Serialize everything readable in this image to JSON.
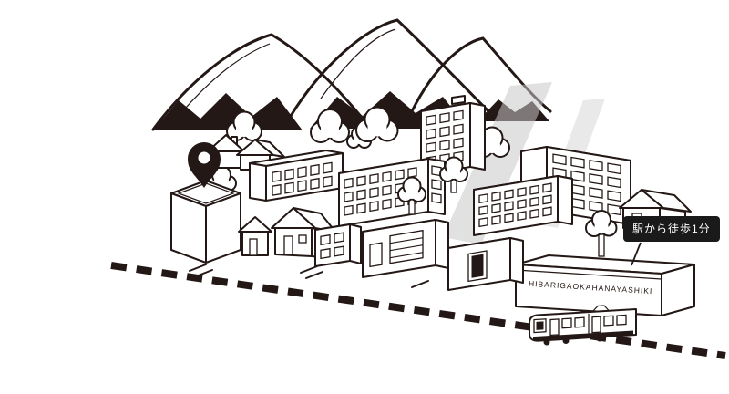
{
  "illustration": {
    "name": "town-access-map",
    "callout": {
      "label": "駅から徒歩1分"
    },
    "station": {
      "sign": "HIBARIGAOKAHANAYASHIKI"
    },
    "icons": {
      "location_pin": "map-marker",
      "train": "train-side-view",
      "mountains": "mountain-ridge",
      "railway": "dashed-track-line"
    },
    "colors": {
      "ink": "#231815",
      "paper": "#ffffff",
      "gray_band": "#c9c9c9",
      "callout_bg": "#1a1a1a",
      "callout_text": "#ffffff"
    }
  }
}
